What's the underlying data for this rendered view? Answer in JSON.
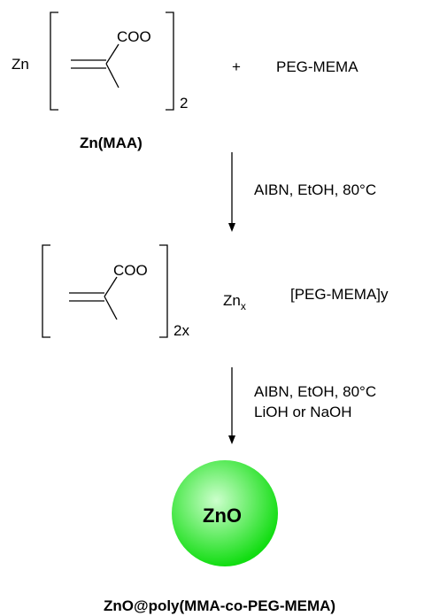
{
  "reactants": {
    "metal": "Zn",
    "monomer_group": "COO",
    "subscript": "2",
    "plus": "+",
    "comonomer": "PEG-MEMA",
    "metal_salt_name": "Zn(MAA)"
  },
  "step1": {
    "conditions": "AIBN, EtOH, 80°C"
  },
  "intermediate": {
    "monomer_group": "COO",
    "subscript": "2x",
    "metal": "Zn",
    "metal_subscript": "x",
    "comonomer": "[PEG-MEMA]y"
  },
  "step2": {
    "conditions_line1": "AIBN, EtOH, 80°C",
    "conditions_line2": "LiOH or NaOH"
  },
  "product": {
    "core_label": "ZnO",
    "name": "ZnO@poly(MMA-co-PEG-MEMA)",
    "sphere_color_center": "#ccffcc",
    "sphere_color_edge": "#11dd11"
  }
}
